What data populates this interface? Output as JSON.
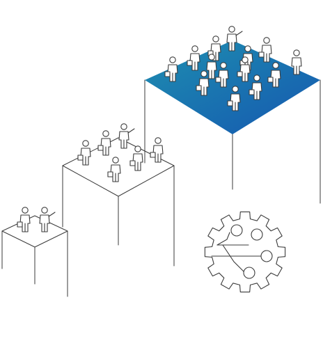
{
  "illustration": {
    "theme": "scaling-teams-with-automation",
    "colors": {
      "outline": "#3a3a3a",
      "background": "#ffffff",
      "gradient_start": "#1e8fb0",
      "gradient_end": "#1557b0"
    },
    "platforms": [
      {
        "name": "small-platform",
        "people": 2
      },
      {
        "name": "medium-platform",
        "people": 6
      },
      {
        "name": "large-platform",
        "people": 14,
        "filled": true
      }
    ],
    "icons": [
      "gear-icon",
      "circuit-icon"
    ]
  }
}
